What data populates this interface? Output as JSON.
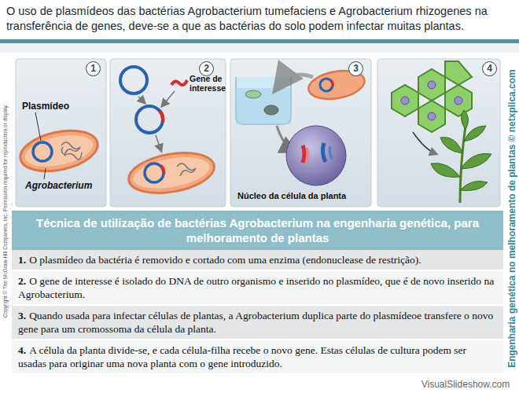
{
  "diagram": {
    "title": "O uso de plasmídeos das bactérias Agrobacterium tumefaciens e Agrobacterium rhizogenes na transferência de genes, deve-se a que as bactérias do solo podem infectar muitas plantas.",
    "nodes": [
      {
        "text": [
          "1"
        ]
      },
      {
        "text": [
          "2"
        ]
      },
      {
        "text": [
          "3"
        ]
      },
      {
        "text": [
          "4"
        ]
      },
      {
        "text": [
          "Técnica de utilização de bactérias Agrobacterium na engenharia genética, para melhoramento de plantas"
        ]
      },
      {
        "text": [
          "1.",
          "O plasmídeo da bactéria é removido e cortado com uma enzima (endonuclease de restrição)."
        ]
      },
      {
        "text": [
          "2.",
          "O gene de interesse é isolado do DNA de outro organismo e inserido no plasmídeo, que é de novo inserido na Agrobacterium."
        ]
      },
      {
        "text": [
          "3.",
          "Quando usada para infectar células de plantas, a Agrobacterium duplica parte do plasmídeoe transfere o novo gene para um cromossoma da célula da planta."
        ]
      },
      {
        "text": [
          "4.",
          "A célula da planta divide-se, e cada célula-filha recebe o novo gene. Estas células de cultura podem ser usadas para originar uma nova planta com o gene introduzido."
        ]
      }
    ],
    "labels": [
      "Plasmídeo",
      "Agrobacterium",
      "Gene de interesse",
      "Núcleo da célula da planta",
      "Copyright © The McGraw-Hill Companies, Inc. Permission required for reproduction or display.",
      "Engenharia genética no melhoramento de plantas © netxplica.com",
      "VisualSlideshow.com"
    ]
  }
}
